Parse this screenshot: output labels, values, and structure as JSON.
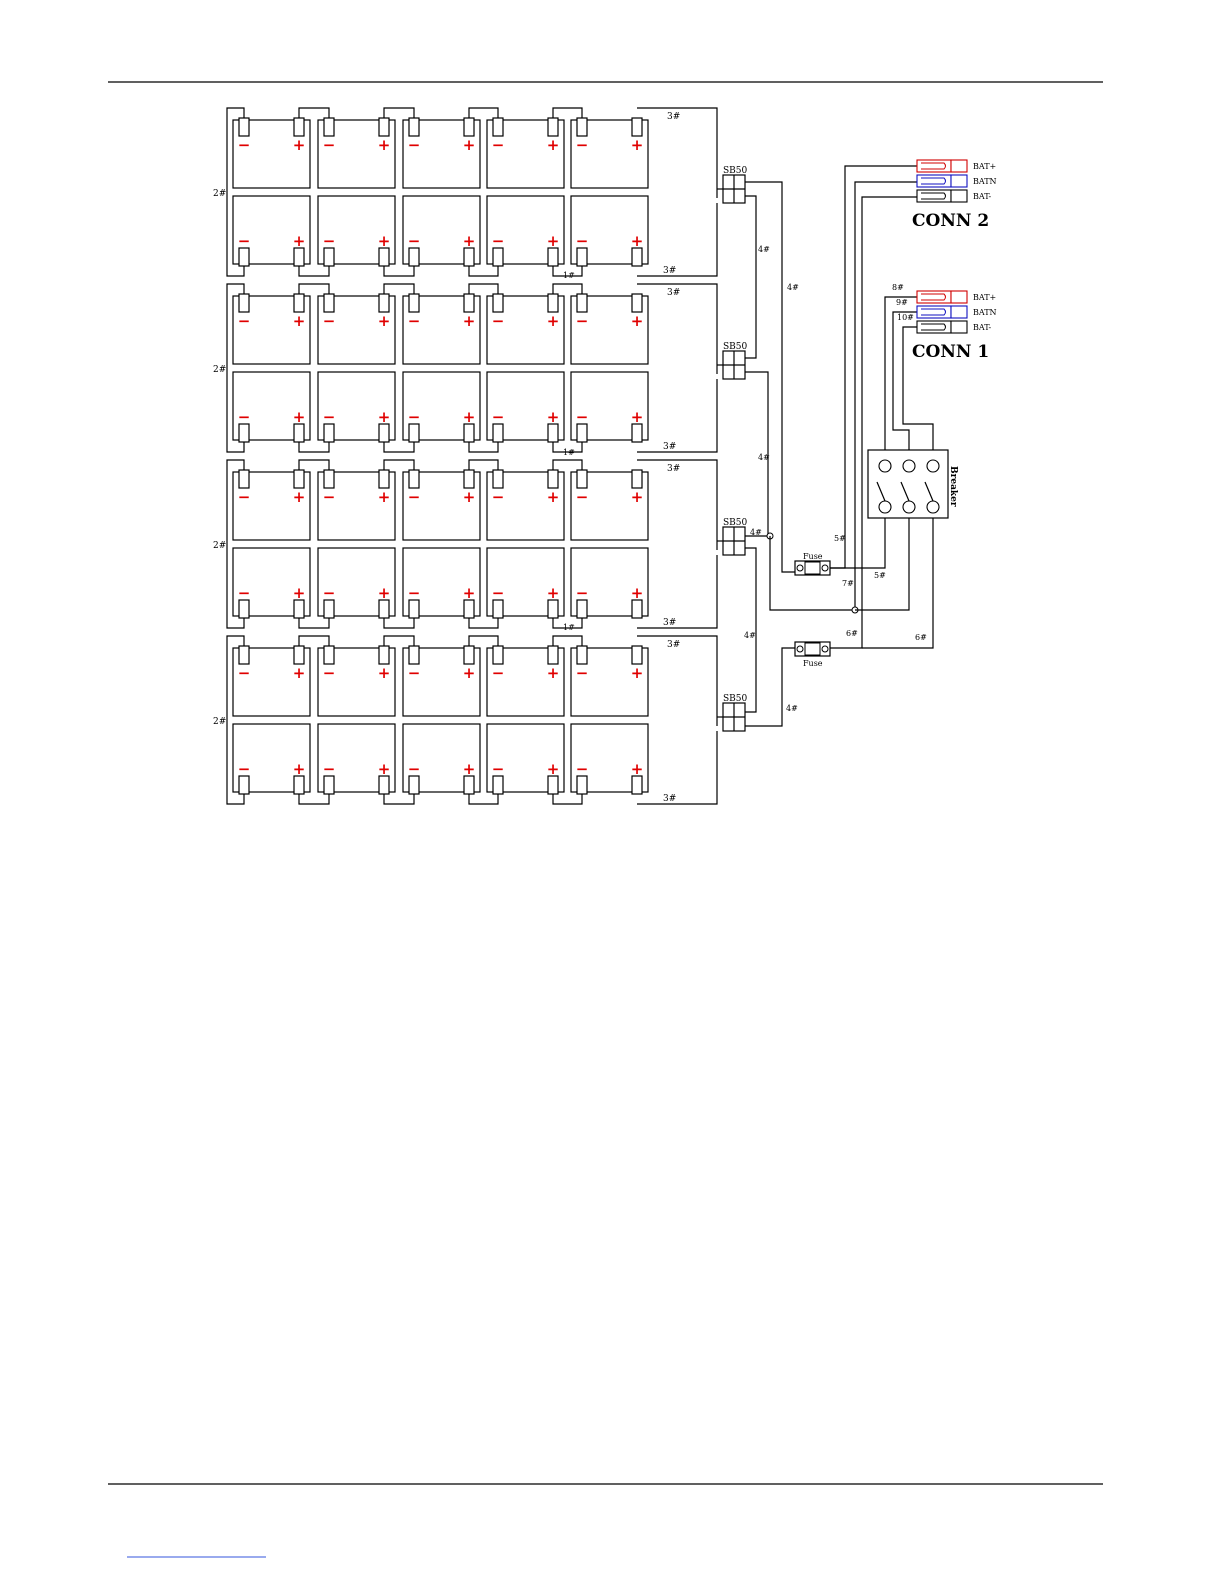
{
  "colors": {
    "ink": "#000000",
    "terminal_mark": "#e00000",
    "wire_pos": "#d00000",
    "wire_n": "#1010c0",
    "wire_neg": "#000000"
  },
  "battery": {
    "plus": "+",
    "minus": "−"
  },
  "wire_labels": {
    "w1": "1#",
    "w2": "2#",
    "w3": "3#",
    "w4": "4#",
    "w5": "5#",
    "w6": "6#",
    "w7": "7#",
    "w8": "8#",
    "w9": "9#",
    "w10": "10#"
  },
  "component_labels": {
    "sb50": "SB50",
    "fuse": "Fuse",
    "breaker": "Breaker"
  },
  "connectors": [
    {
      "title": "CONN 2",
      "pins": [
        "BAT+",
        "BATN",
        "BAT-"
      ]
    },
    {
      "title": "CONN 1",
      "pins": [
        "BAT+",
        "BATN",
        "BAT-"
      ]
    }
  ]
}
